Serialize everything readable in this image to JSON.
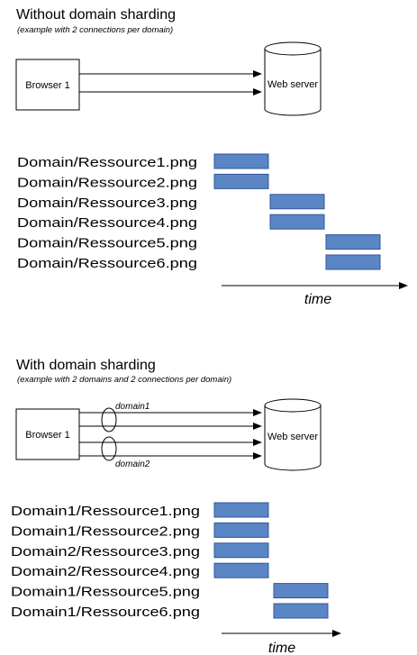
{
  "colors": {
    "bar_fill": "#5b86c5",
    "bar_stroke": "#2f5597",
    "line": "#000000"
  },
  "icons": {
    "server": "cylinder-icon",
    "arrow": "arrowhead-icon"
  },
  "section1": {
    "title": "Without domain sharding",
    "subtitle": "(example with 2 connections per domain)",
    "browser_label": "Browser 1",
    "server_label": "Web server",
    "time_label": "time",
    "resources": [
      {
        "label": "Domain/Ressource1.png",
        "slot": 1
      },
      {
        "label": "Domain/Ressource2.png",
        "slot": 1
      },
      {
        "label": "Domain/Ressource3.png",
        "slot": 2
      },
      {
        "label": "Domain/Ressource4.png",
        "slot": 2
      },
      {
        "label": "Domain/Ressource5.png",
        "slot": 3
      },
      {
        "label": "Domain/Ressource6.png",
        "slot": 3
      }
    ]
  },
  "section2": {
    "title": "With domain sharding",
    "subtitle": "(example with 2 domains and 2 connections per domain)",
    "browser_label": "Browser 1",
    "server_label": "Web server",
    "domain1_label": "domain1",
    "domain2_label": "domain2",
    "time_label": "time",
    "resources": [
      {
        "label": "Domain1/Ressource1.png",
        "slot": 1
      },
      {
        "label": "Domain1/Ressource2.png",
        "slot": 1
      },
      {
        "label": "Domain2/Ressource3.png",
        "slot": 1
      },
      {
        "label": "Domain2/Ressource4.png",
        "slot": 1
      },
      {
        "label": "Domain1/Ressource5.png",
        "slot": 2
      },
      {
        "label": "Domain1/Ressource6.png",
        "slot": 2
      }
    ]
  }
}
